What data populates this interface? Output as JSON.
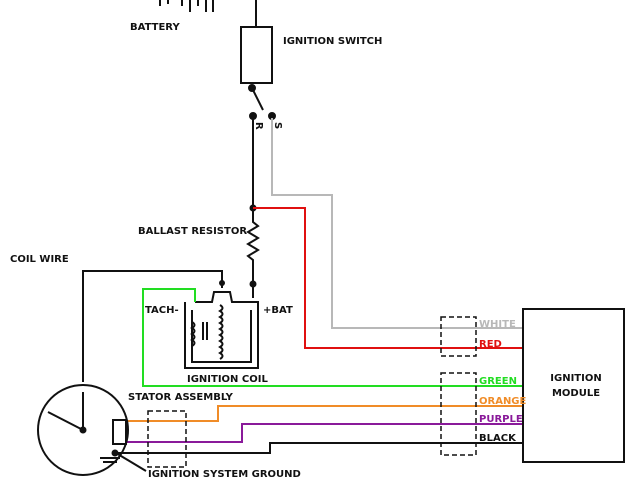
{
  "labels": {
    "battery": "BATTERY",
    "ignition_switch": "IGNITION SWITCH",
    "switch_r": "R",
    "switch_s": "S",
    "ballast_resistor": "BALLAST RESISTOR",
    "coil_wire": "COIL WIRE",
    "tach": "TACH-",
    "bat": "+BAT",
    "ignition_coil": "IGNITION COIL",
    "stator_assembly": "STATOR ASSEMBLY",
    "ground": "IGNITION SYSTEM GROUND",
    "module_line1": "IGNITION",
    "module_line2": "MODULE"
  },
  "wires": [
    {
      "label": "WHITE",
      "color": "#b8b8b8"
    },
    {
      "label": "RED",
      "color": "#e01010"
    },
    {
      "label": "GREEN",
      "color": "#22dd22"
    },
    {
      "label": "ORANGE",
      "color": "#f08c28"
    },
    {
      "label": "PURPLE",
      "color": "#8a1a9a"
    },
    {
      "label": "BLACK",
      "color": "#111111"
    }
  ]
}
